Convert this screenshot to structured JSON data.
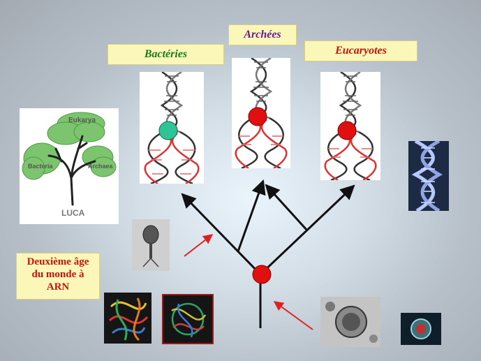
{
  "domains": {
    "bacteria": {
      "label": "Bactéries",
      "color": "#1b7a1b",
      "marker_color": "#2ec496"
    },
    "archaea": {
      "label": "Archées",
      "color": "#6a1b9a",
      "marker_color": "#e01010"
    },
    "eukaryotes": {
      "label": "Eucaryotes",
      "color": "#cc1111",
      "marker_color": "#e01010"
    }
  },
  "tree_card": {
    "top_label": "Eukarya",
    "left_label": "Bacteria",
    "right_label": "Archaea",
    "root_label": "LUCA"
  },
  "note": {
    "lines": [
      "Deuxième âge",
      "du monde à",
      "ARN"
    ]
  },
  "root_marker_color": "#e01010",
  "arrow_color": "#e02020"
}
